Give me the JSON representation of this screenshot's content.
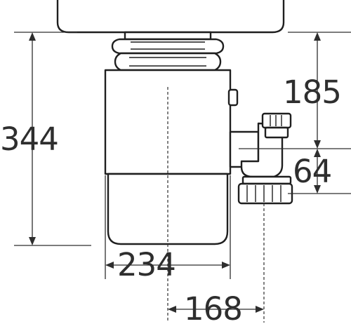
{
  "dimensions": {
    "total_height": "344",
    "upper_height": "185",
    "outlet_offset": "64",
    "body_width": "234",
    "outlet_distance": "168"
  }
}
